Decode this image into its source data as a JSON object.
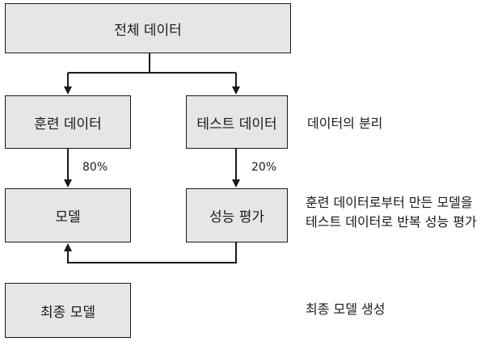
{
  "boxes": {
    "all_data": "전체 데이터",
    "train_data": "훈련 데이터",
    "test_data": "테스트 데이터",
    "model": "모델",
    "evaluation": "성능 평가",
    "final_model": "최종 모델"
  },
  "percentages": {
    "train": "80%",
    "test": "20%"
  },
  "annotations": {
    "split": "데이터의 분리",
    "evaluation_line1": "훈련 데이터로부터 만든 모델을",
    "evaluation_line2": "테스트 데이터로 반복 성능 평가",
    "final": "최종 모델 생성"
  },
  "colors": {
    "box_fill": "#e6e6e6",
    "stroke": "#1a1a1a"
  }
}
